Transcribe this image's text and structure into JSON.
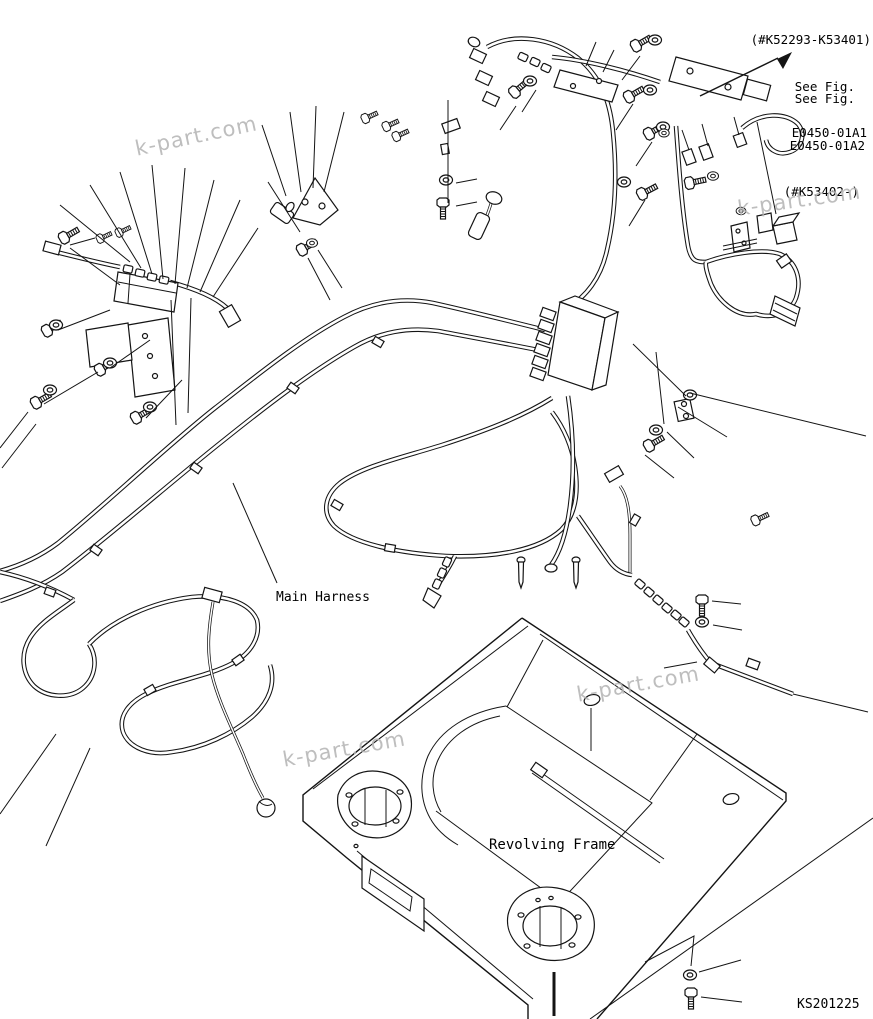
{
  "figure": {
    "ref_top": {
      "line1": "(#K52293-K53401)",
      "line2": "See Fig.",
      "line3": "E0450-01A1"
    },
    "ref_bottom": {
      "line1": "See Fig.",
      "line2": "E0450-01A2",
      "line3": "(#K53402-)"
    },
    "labels": {
      "main_harness": "Main Harness",
      "revolving_frame": "Revolving Frame"
    },
    "drawing_code": "KS201225",
    "watermark": "k-part.com",
    "colors": {
      "line": "#141414",
      "background": "#ffffff",
      "watermark": "#b3b3b3"
    }
  }
}
